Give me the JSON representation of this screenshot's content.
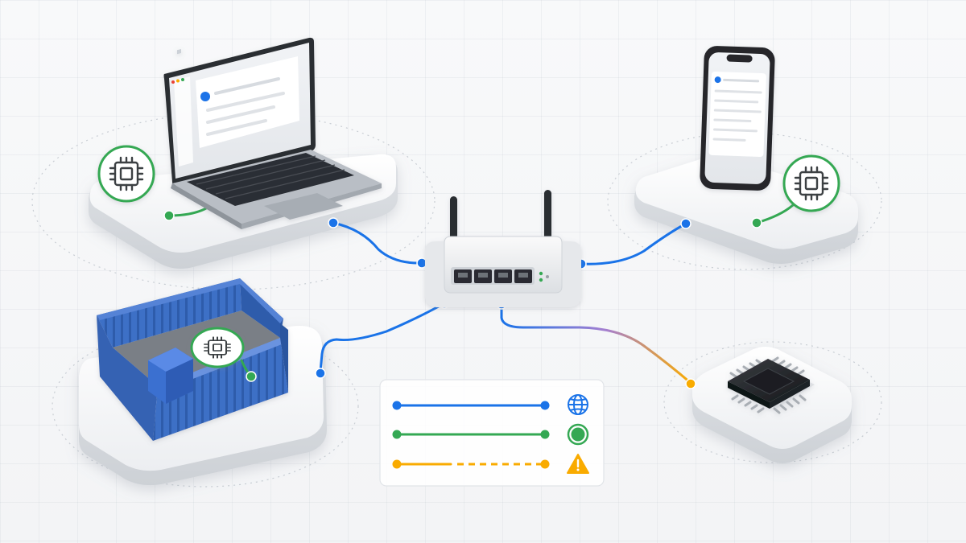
{
  "colors": {
    "internet": "#1a73e8",
    "connected": "#34a853",
    "warning": "#f9ab00",
    "container": "#3d6fc6",
    "platform": "#f1f2f4"
  },
  "devices": {
    "laptop": {
      "icon": "laptop-icon",
      "status_icon": "cpu-chip-icon"
    },
    "phone": {
      "icon": "smartphone-icon",
      "status_icon": "cpu-chip-icon"
    },
    "container": {
      "icon": "container-icon",
      "status_icon": "cpu-chip-icon"
    },
    "router": {
      "icon": "router-icon",
      "ports": 4
    },
    "chip": {
      "icon": "microchip-icon"
    }
  },
  "legend": {
    "rows": [
      {
        "style": "solid",
        "color_key": "internet",
        "icon": "globe-icon"
      },
      {
        "style": "solid",
        "color_key": "connected",
        "icon": "status-dot-icon"
      },
      {
        "style": "dashed",
        "color_key": "warning",
        "icon": "warning-icon"
      }
    ]
  }
}
